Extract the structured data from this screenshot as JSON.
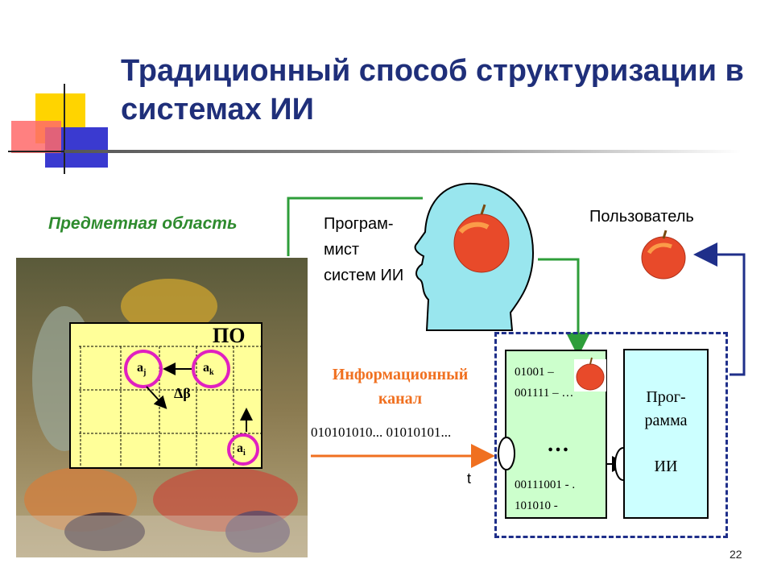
{
  "title": "Традиционный способ структуризации в системах ИИ",
  "labels": {
    "subject_area": "Предметная область",
    "programmer": [
      "Програм-",
      "мист",
      "систем ИИ"
    ],
    "user": "Пользователь",
    "channel": [
      "Информационный",
      "канал"
    ],
    "bitstream": "010101010... 01010101...",
    "time_axis": "t",
    "page_number": "22"
  },
  "po_grid": {
    "label": "ПО",
    "cells": {
      "a_j": "a",
      "a_j_sub": "j",
      "a_k": "a",
      "a_k_sub": "k",
      "a_i": "a",
      "a_i_sub": "i"
    },
    "delta": "Δβ"
  },
  "data_box": {
    "lines": [
      "01001 –",
      "001111 – …",
      "…",
      "00111001 - .",
      "101010 -"
    ]
  },
  "program_box": {
    "lines": [
      "Прог-",
      "рамма",
      "ИИ"
    ]
  },
  "colors": {
    "title": "#1f2f7a",
    "subject": "#2e8b2e",
    "channel": "#f07020",
    "arrow_green": "#2e9e3a",
    "arrow_blue": "#1f2f8a",
    "head": "#99e6ee",
    "data_box": "#ccffcc",
    "program_box": "#ccffff",
    "grid_fill": "#ffff99",
    "apple": "#e84a2a"
  }
}
